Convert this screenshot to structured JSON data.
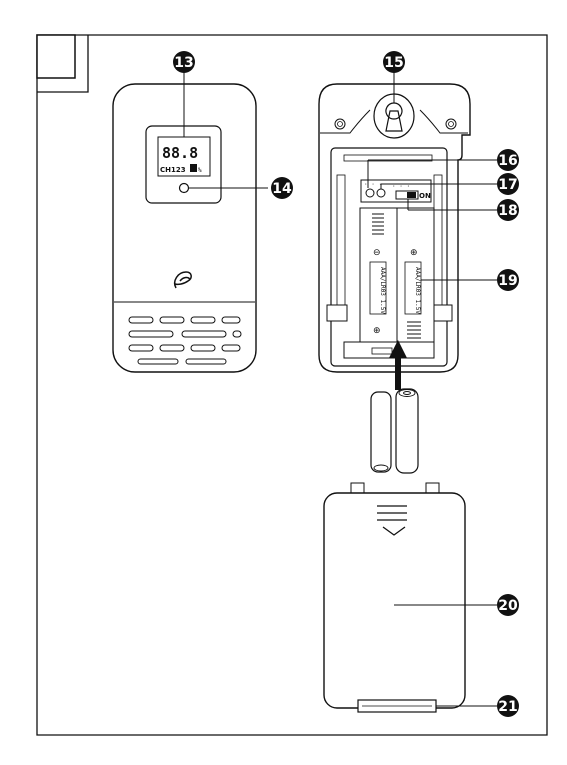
{
  "callouts": [
    {
      "id": "13",
      "label": "13"
    },
    {
      "id": "14",
      "label": "14"
    },
    {
      "id": "15",
      "label": "15"
    },
    {
      "id": "16",
      "label": "16"
    },
    {
      "id": "17",
      "label": "17"
    },
    {
      "id": "18",
      "label": "18"
    },
    {
      "id": "19",
      "label": "19"
    },
    {
      "id": "20",
      "label": "20"
    },
    {
      "id": "21",
      "label": "21"
    }
  ],
  "battery_compartment": {
    "switch_label": "ON",
    "battery_left_text": "AAA/LR03 1.5V",
    "battery_right_text": "AAA/LR03 1.5V",
    "minus_symbol": "⊖",
    "plus_symbol": "⊕"
  },
  "lcd": {
    "row1": "CH123"
  }
}
